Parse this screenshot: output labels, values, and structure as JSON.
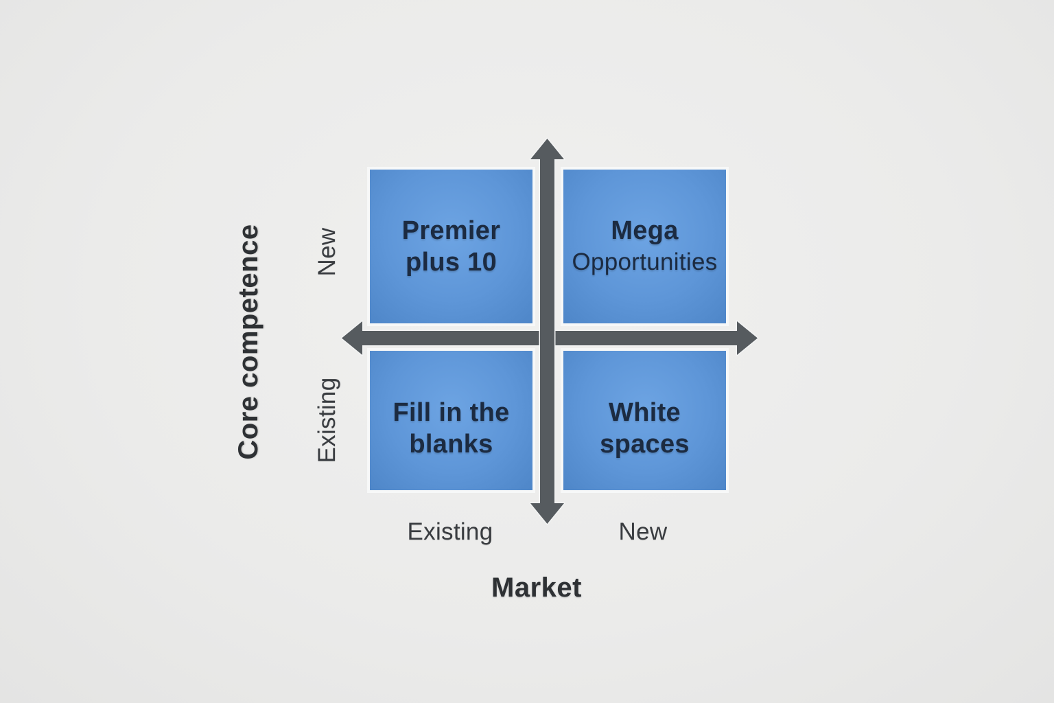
{
  "diagram": {
    "type": "quadrant-matrix",
    "y_axis": {
      "label": "Core competence",
      "top_tick": "New",
      "bottom_tick": "Existing"
    },
    "x_axis": {
      "label": "Market",
      "left_tick": "Existing",
      "right_tick": "New"
    },
    "quadrants": {
      "top_left": {
        "line1": "Premier",
        "line2": "plus 10"
      },
      "top_right": {
        "line1": "Mega",
        "line2": "Opportunities"
      },
      "bottom_left": {
        "line1": "Fill in the",
        "line2": "blanks"
      },
      "bottom_right": {
        "line1": "White",
        "line2": "spaces"
      }
    },
    "colors": {
      "quadrant_fill": "#5e96d8",
      "quadrant_fill_light": "#6da4e3",
      "quadrant_fill_dark": "#4e86c8",
      "quadrant_border": "#f7f8f8",
      "quadrant_text": "#1c2b41",
      "axis_arrow": "#565b5f",
      "axis_title_text": "#2e3134",
      "tick_text": "#393c40",
      "background": "#ebebea"
    }
  }
}
